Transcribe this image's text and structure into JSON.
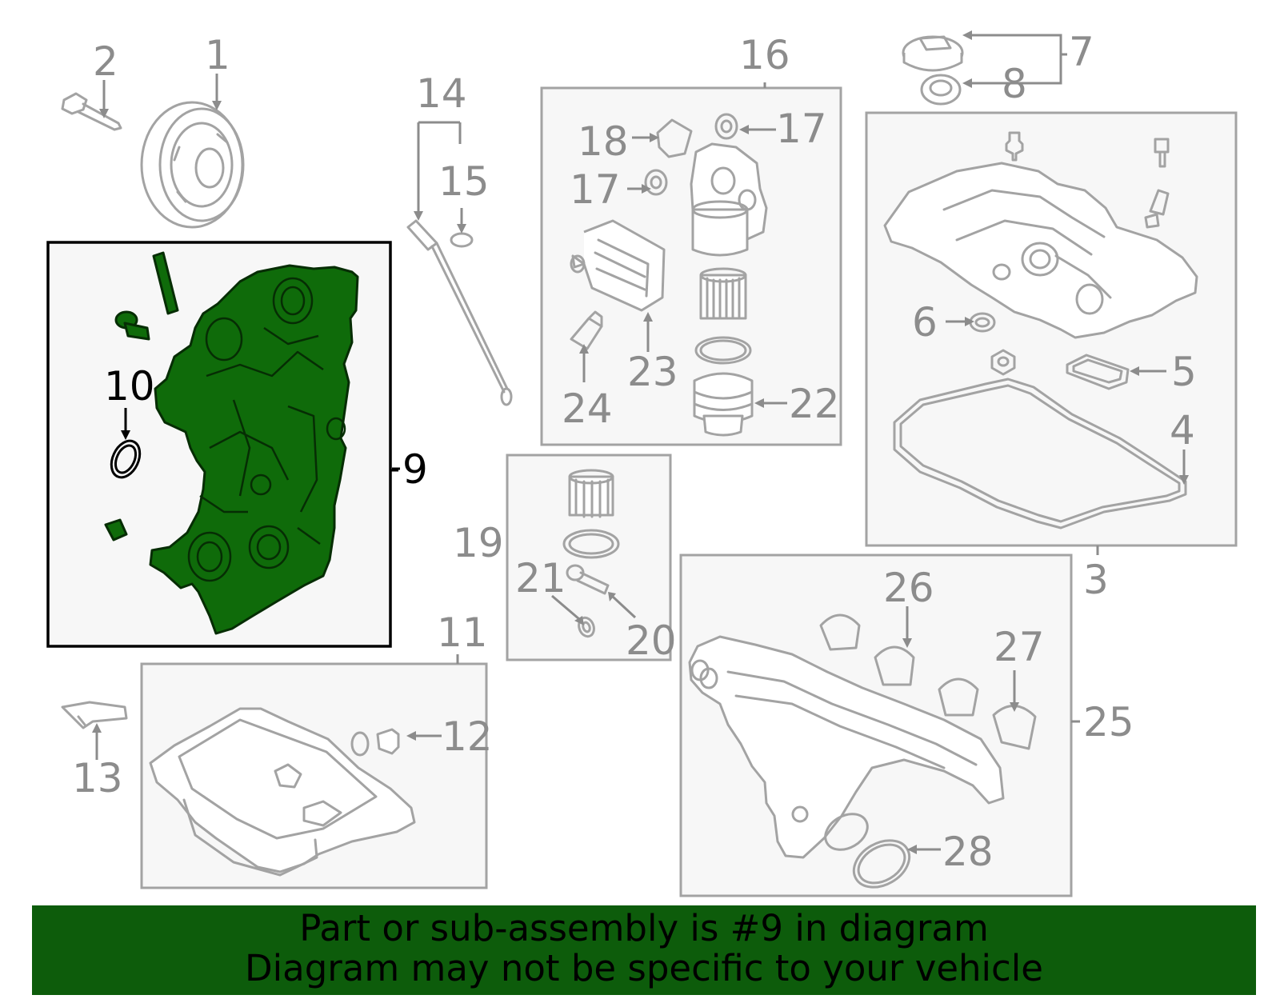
{
  "callouts": {
    "c1": "1",
    "c2": "2",
    "c3": "3",
    "c4": "4",
    "c5": "5",
    "c6": "6",
    "c7": "7",
    "c8": "8",
    "c9": "9",
    "c10": "10",
    "c11": "11",
    "c12": "12",
    "c13": "13",
    "c14": "14",
    "c15": "15",
    "c16": "16",
    "c17a": "17",
    "c17b": "17",
    "c18": "18",
    "c19": "19",
    "c20": "20",
    "c21": "21",
    "c22": "22",
    "c23": "23",
    "c24": "24",
    "c25": "25",
    "c26": "26",
    "c27": "27",
    "c28": "28"
  },
  "highlighted_part": "9",
  "colors": {
    "highlight": "#0f6b0a",
    "banner": "#0d5c0b",
    "line_art": "#a3a3a3"
  },
  "banner": {
    "line1": "Part or sub-assembly is #9 in diagram",
    "line2": "Diagram may not be specific to your vehicle"
  }
}
